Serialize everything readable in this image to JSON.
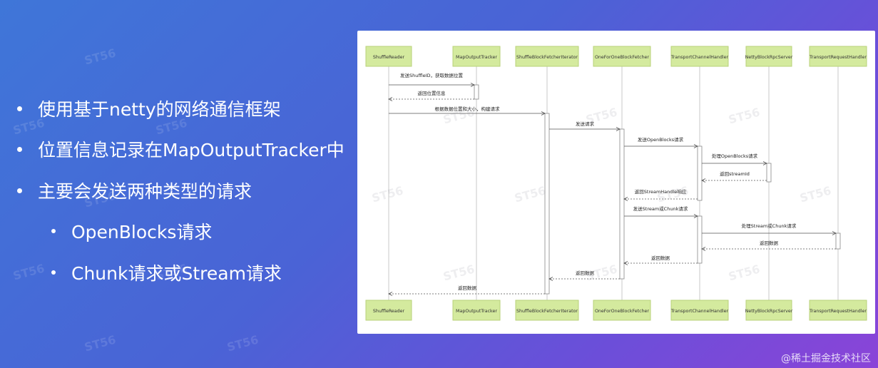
{
  "bullets": [
    {
      "text": "使用基于netty的网络通信框架"
    },
    {
      "text": "位置信息记录在MapOutputTracker中"
    },
    {
      "text": "主要会发送两种类型的请求"
    },
    {
      "text": "OpenBlocks请求"
    },
    {
      "text": "Chunk请求或Stream请求"
    }
  ],
  "diagram": {
    "participants": [
      "ShuffleReader",
      "MapOutputTracker",
      "ShuffleBlockFetcherIterator",
      "OneForOneBlockFetcher",
      "TransportChannelHandler",
      "NettyBlockRpcServer",
      "TransportRequestHandler"
    ],
    "messages": [
      {
        "label": "发送ShuffleID，获取数据位置"
      },
      {
        "label": "返回位置信息"
      },
      {
        "label": "根据数据位置和大小，构建请求"
      },
      {
        "label": "发送请求"
      },
      {
        "label": "发送OpenBlocks请求"
      },
      {
        "label": "处理OpenBlocks请求"
      },
      {
        "label": "返回streamId"
      },
      {
        "label": "返回StreamHandle响应"
      },
      {
        "label": "发送Stream或Chunk请求"
      },
      {
        "label": "处理Stream或Chunk请求"
      },
      {
        "label": "返回数据"
      },
      {
        "label": "返回数据"
      },
      {
        "label": "返回数据"
      },
      {
        "label": "返回数据"
      }
    ]
  },
  "watermark": "ST56",
  "footer": "@稀土掘金技术社区"
}
